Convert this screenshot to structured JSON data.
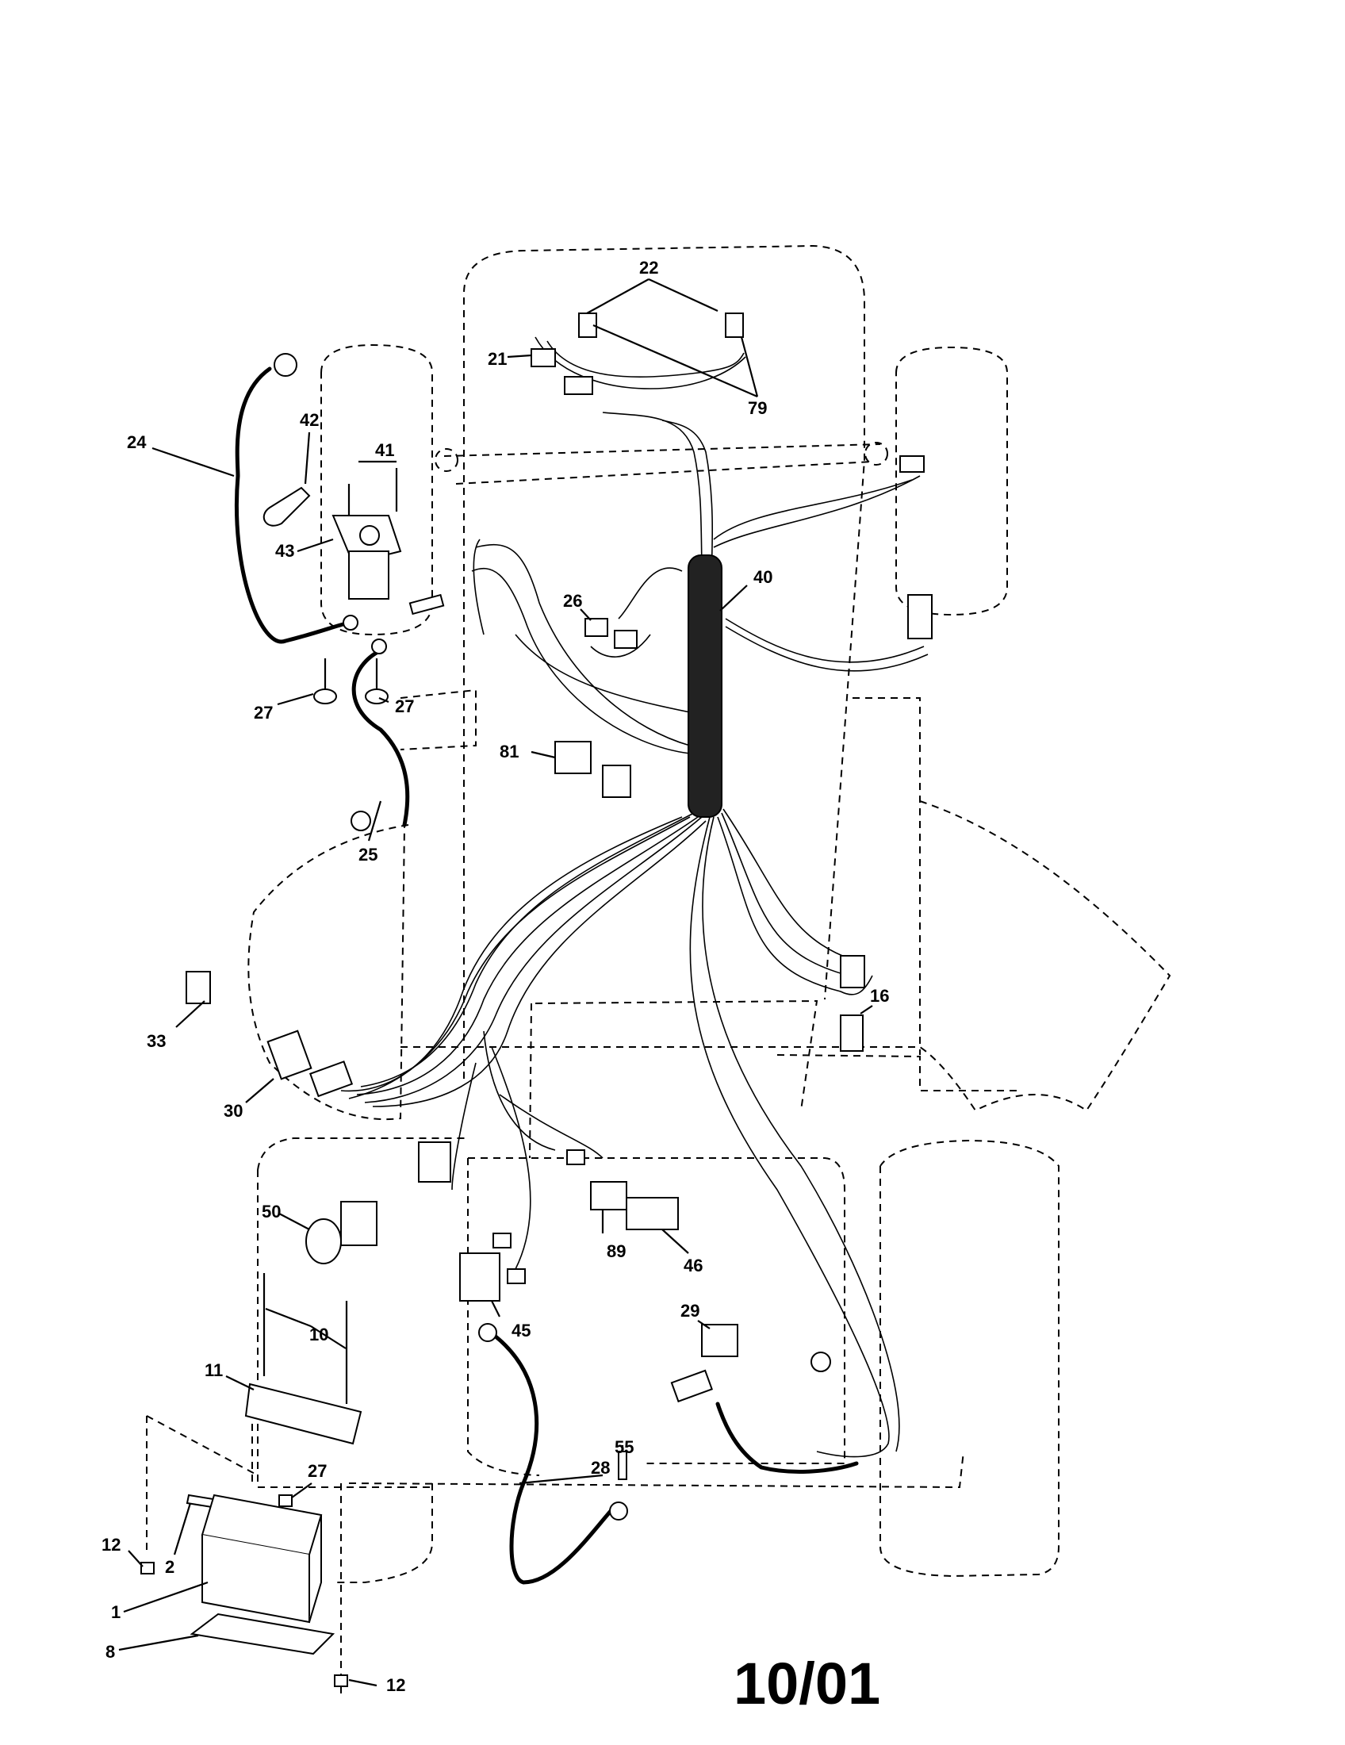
{
  "labels": {
    "c1": "1",
    "c2": "2",
    "c8": "8",
    "c10": "10",
    "c11": "11",
    "c12a": "12",
    "c12b": "12",
    "c16": "16",
    "c21": "21",
    "c22": "22",
    "c24": "24",
    "c25": "25",
    "c26": "26",
    "c27a": "27",
    "c27b": "27",
    "c27c": "27",
    "c28": "28",
    "c29": "29",
    "c30": "30",
    "c33": "33",
    "c40": "40",
    "c41": "41",
    "c42": "42",
    "c43": "43",
    "c45": "45",
    "c46": "46",
    "c50": "50",
    "c55": "55",
    "c79": "79",
    "c81": "81",
    "c89": "89"
  },
  "date_code": "10/01"
}
